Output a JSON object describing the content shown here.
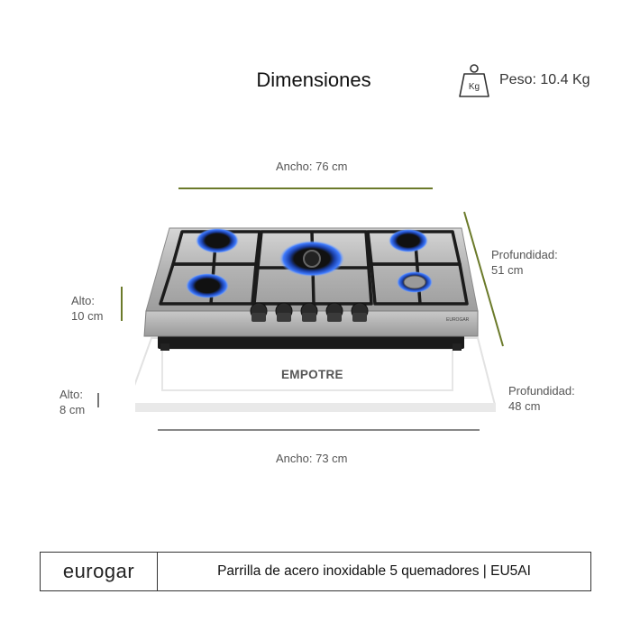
{
  "header": {
    "title": "Dimensiones",
    "weight_icon_label": "Kg",
    "weight_text": "Peso: 10.4 Kg"
  },
  "product_dims": {
    "width_label": "Ancho: 76 cm",
    "depth_label_line1": "Profundidad:",
    "depth_label_line2": "51 cm",
    "height_label_line1": "Alto:",
    "height_label_line2": "10 cm"
  },
  "cutout_dims": {
    "cutout_label": "EMPOTRE",
    "height_label_line1": "Alto:",
    "height_label_line2": "8 cm",
    "depth_label_line1": "Profundidad:",
    "depth_label_line2": "48 cm",
    "width_label": "Ancho: 73 cm"
  },
  "stove_panel": {
    "brand_mark": "EUROGAR",
    "burner_count": 5,
    "knob_count": 5
  },
  "footer": {
    "brand": "eurogar",
    "description": "Parrilla de acero inoxidable 5 quemadores | EU5AI"
  },
  "colors": {
    "accent_line": "#6b7a2a",
    "flame_blue": "#2a5cd6",
    "steel": "#b9b9b9"
  }
}
